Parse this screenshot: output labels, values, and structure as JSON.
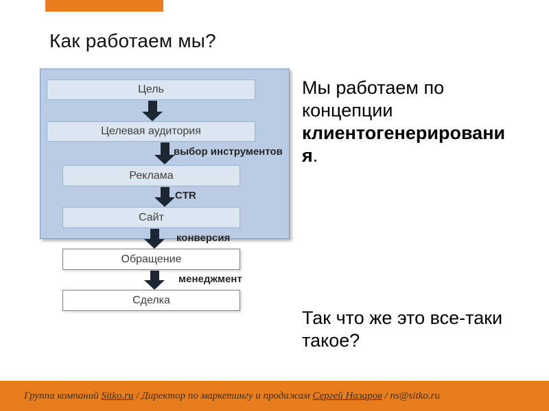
{
  "slide": {
    "title": "Как работаем мы?"
  },
  "flowchart": {
    "boxes": [
      {
        "label": "Цель"
      },
      {
        "label": "Целевая аудитория"
      },
      {
        "label": "Реклама"
      },
      {
        "label": "Сайт"
      },
      {
        "label": "Обращение"
      },
      {
        "label": "Сделка"
      }
    ],
    "arrow_labels": [
      {
        "text": "выбор инструментов"
      },
      {
        "text": "CTR"
      },
      {
        "text": "конверсия"
      },
      {
        "text": "менеджмент"
      }
    ]
  },
  "main_text": {
    "lead": "Мы работаем по концепции ",
    "emphasis": "клиентогенерирования",
    "tail": ".",
    "question": "Так что же это все-таки такое?"
  },
  "footer": {
    "prefix": "Группа компаний ",
    "company_link": "Sitko.ru",
    "middle": " / Директор по маркетингу и продажам ",
    "person_link": "Сергей Назаров",
    "separator": " / ",
    "email": "ns@sitko.ru"
  },
  "colors": {
    "accent_orange": "#E87D1E",
    "container_fill": "#B9CCE3",
    "inner_box_fill": "#DCE6F1",
    "inner_box_border": "#95B3D7",
    "outer_box_border": "#7F7F7F",
    "arrow": "#1C2733"
  }
}
